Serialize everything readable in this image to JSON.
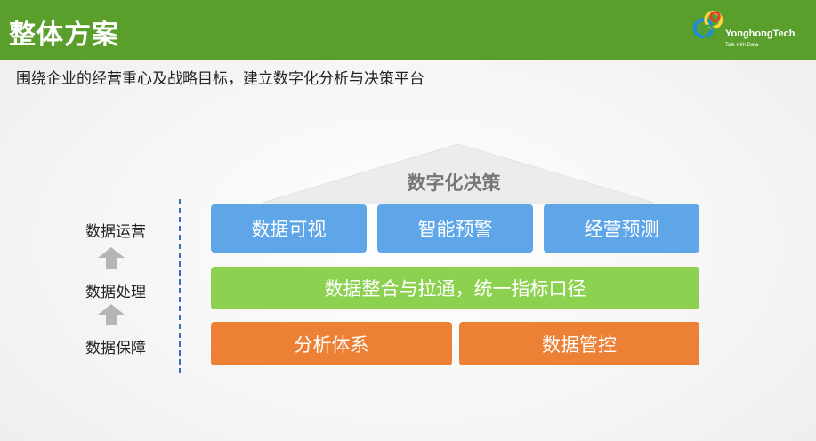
{
  "header": {
    "title": "整体方案",
    "logo": {
      "name": "YonghongTech",
      "tagline": "Talk with Data"
    }
  },
  "subtitle": "围绕企业的经营重心及战略目标，建立数字化分析与决策平台",
  "roof_label": "数字化决策",
  "layers": {
    "operation": {
      "label": "数据运营",
      "items": [
        "数据可视",
        "智能预警",
        "经营预测"
      ]
    },
    "processing": {
      "label": "数据处理",
      "item": "数据整合与拉通，统一指标口径"
    },
    "assurance": {
      "label": "数据保障",
      "items": [
        "分析体系",
        "数据管控"
      ]
    }
  },
  "colors": {
    "header": "#5a9e2c",
    "blue": "#5ea6e8",
    "green": "#8cd150",
    "orange": "#ec8034"
  }
}
